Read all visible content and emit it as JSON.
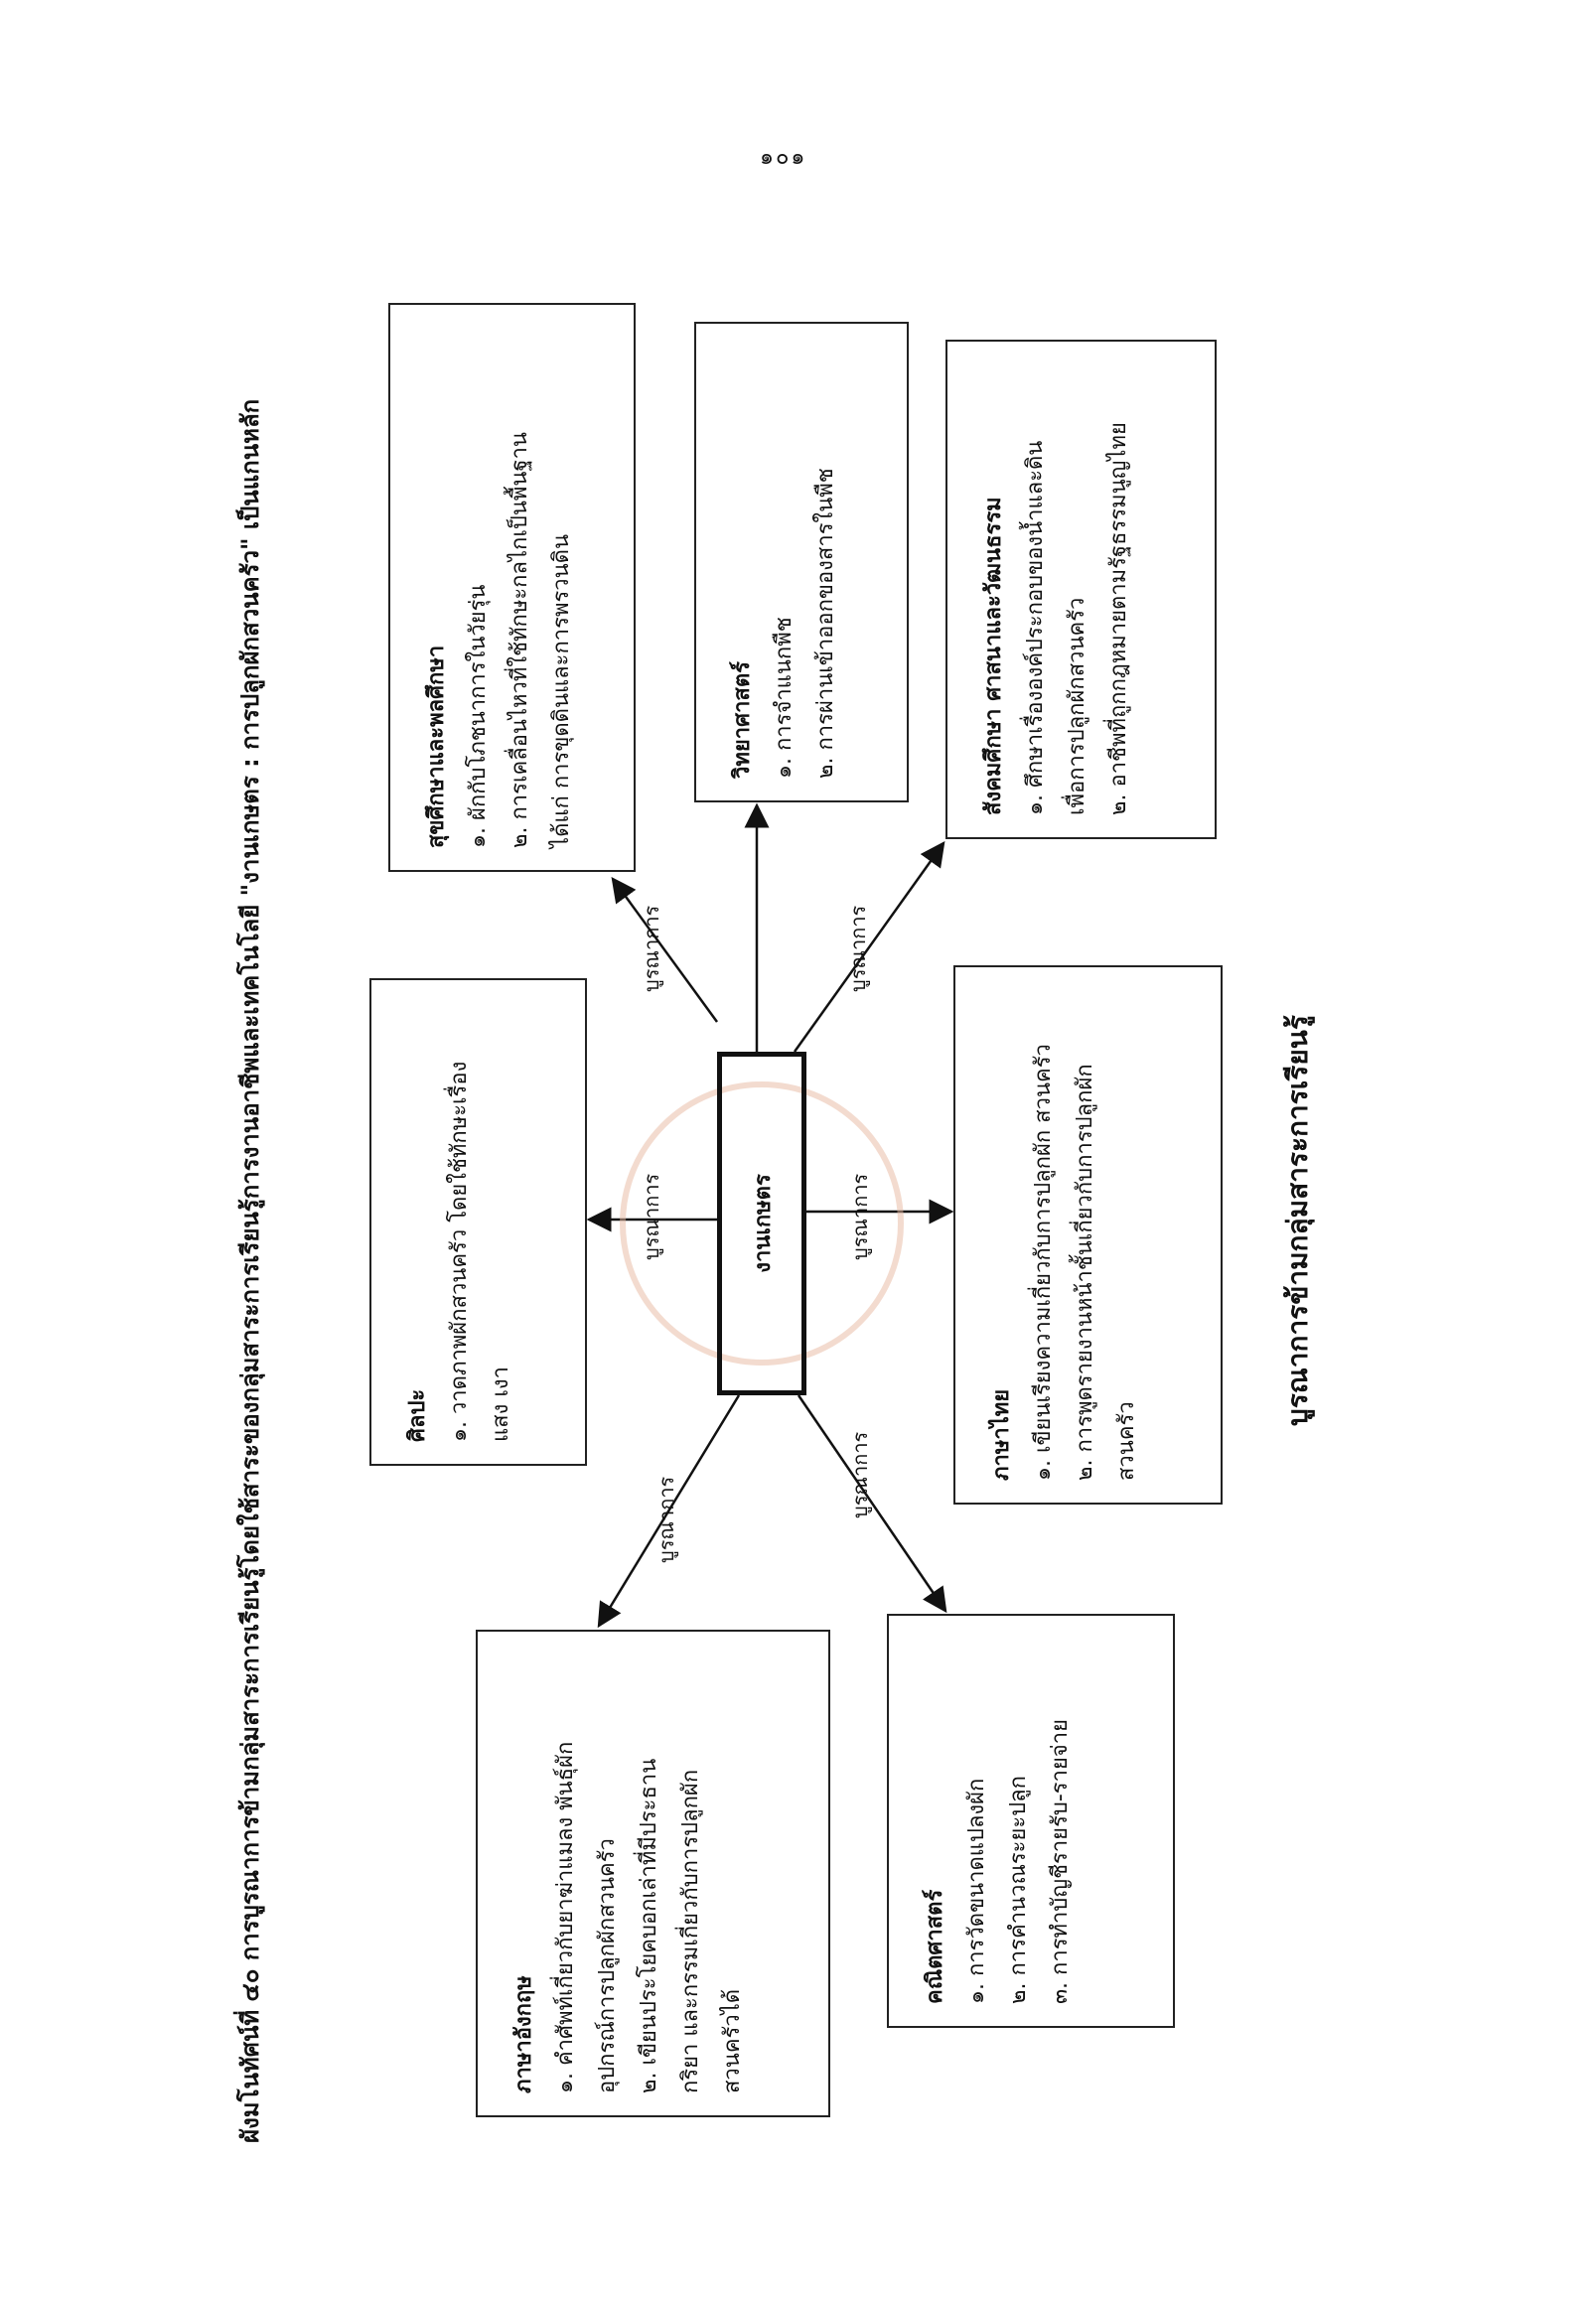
{
  "page_number": "๑๐๑",
  "title": "ผังมโนทัศน์ที่ ๔๐ การบูรณาการข้ามกลุ่มสาระการเรียนรู้โดยใช้สาระของกลุ่มสาระการเรียนรู้การงานอาชีพและเทคโนโลยี \"งานเกษตร : การปลูกผักสวนครัว\" เป็นแกนหลัก",
  "center": "งานเกษตร",
  "caption": "บูรณาการข้ามกลุ่มสาระการเรียนรู้",
  "link_label": "บูรณาการ",
  "boxes": {
    "health": {
      "title": "สุขศึกษาและพลศึกษา",
      "lines": [
        "๑. ผักกับโภชนาการในวัยรุ่น",
        "๒. การเคลื่อนไหวที่ใช้ทักษะกลไกเป็นพื้นฐาน",
        "ได้แก่ การขุดดินและการพรวนดิน"
      ]
    },
    "science": {
      "title": "วิทยาศาสตร์",
      "lines": [
        "๑. การจำแนกพืช",
        "๒. การผ่านเข้าออกของสารในพืช"
      ]
    },
    "social": {
      "title": "สังคมศึกษา ศาสนาและวัฒนธรรม",
      "lines": [
        "๑. ศึกษาเรื่ององค์ประกอบของน้ำและดิน",
        "เพื่อการปลูกผักสวนครัว",
        "๒. อาชีพที่ถูกกฎหมายตามรัฐธรรมนูญไทย"
      ]
    },
    "art": {
      "title": "ศิลปะ",
      "lines": [
        "๑. วาดภาพผักสวนครัว โดยใช้ทักษะเรื่อง",
        "แสง เงา"
      ]
    },
    "thai": {
      "title": "ภาษาไทย",
      "lines": [
        "๑. เขียนเรียงความเกี่ยวกับการปลูกผัก สวนครัว",
        "๒. การพูดรายงานหน้าชั้นเกี่ยวกับการปลูกผัก",
        "สวนครัว"
      ]
    },
    "english": {
      "title": "ภาษาอังกฤษ",
      "lines": [
        "๑. คำศัพท์เกี่ยวกับยาฆ่าแมลง  พันธุ์ผัก",
        "อุปกรณ์การปลูกผักสวนครัว",
        "๒. เขียนประโยคบอกเล่าที่มีประธาน",
        "กริยา และกรรมเกี่ยวกับการปลูกผัก",
        "สวนครัวได้"
      ]
    },
    "math": {
      "title": "คณิตศาสตร์",
      "lines": [
        "๑. การวัดขนาดแปลงผัก",
        "๒. การคำนวณระยะปลูก",
        "๓. การทำบัญชีรายรับ-รายจ่าย"
      ]
    }
  }
}
